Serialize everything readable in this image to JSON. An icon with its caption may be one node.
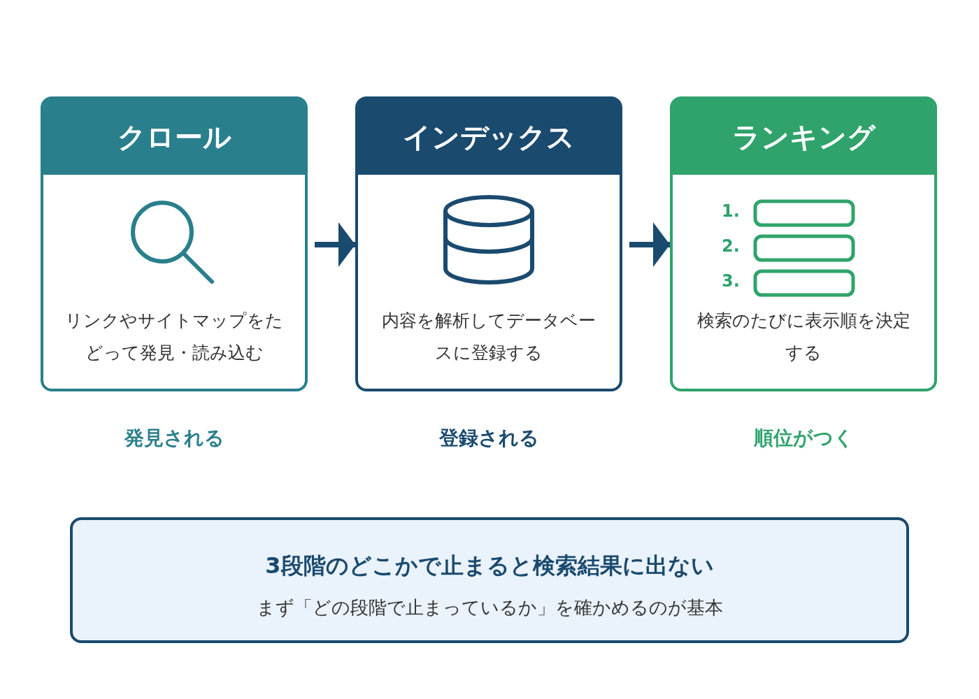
{
  "diagram": {
    "nodes": [
      {
        "text": [
          "クロール",
          "リンクやサイトマップをたどって発見・読み込む"
        ],
        "beside": [
          "発見される"
        ]
      },
      {
        "text": [
          "インデックス",
          "内容を解析してデータベースに登録する"
        ],
        "beside": [
          "登録される"
        ]
      },
      {
        "text": [
          "ランキング",
          "1.",
          "2.",
          "3.",
          "検索のたびに表示順を決定する"
        ],
        "beside": [
          "順位がつく"
        ]
      },
      {
        "text": [
          "3段階のどこかで止まると検索結果に出ない",
          "まず「どの段階で止まっているか」を確かめるのが基本"
        ]
      }
    ],
    "edges": [
      {
        "from": 0,
        "to": 1,
        "arrow": "to"
      },
      {
        "from": 1,
        "to": 2,
        "arrow": "to"
      }
    ]
  }
}
